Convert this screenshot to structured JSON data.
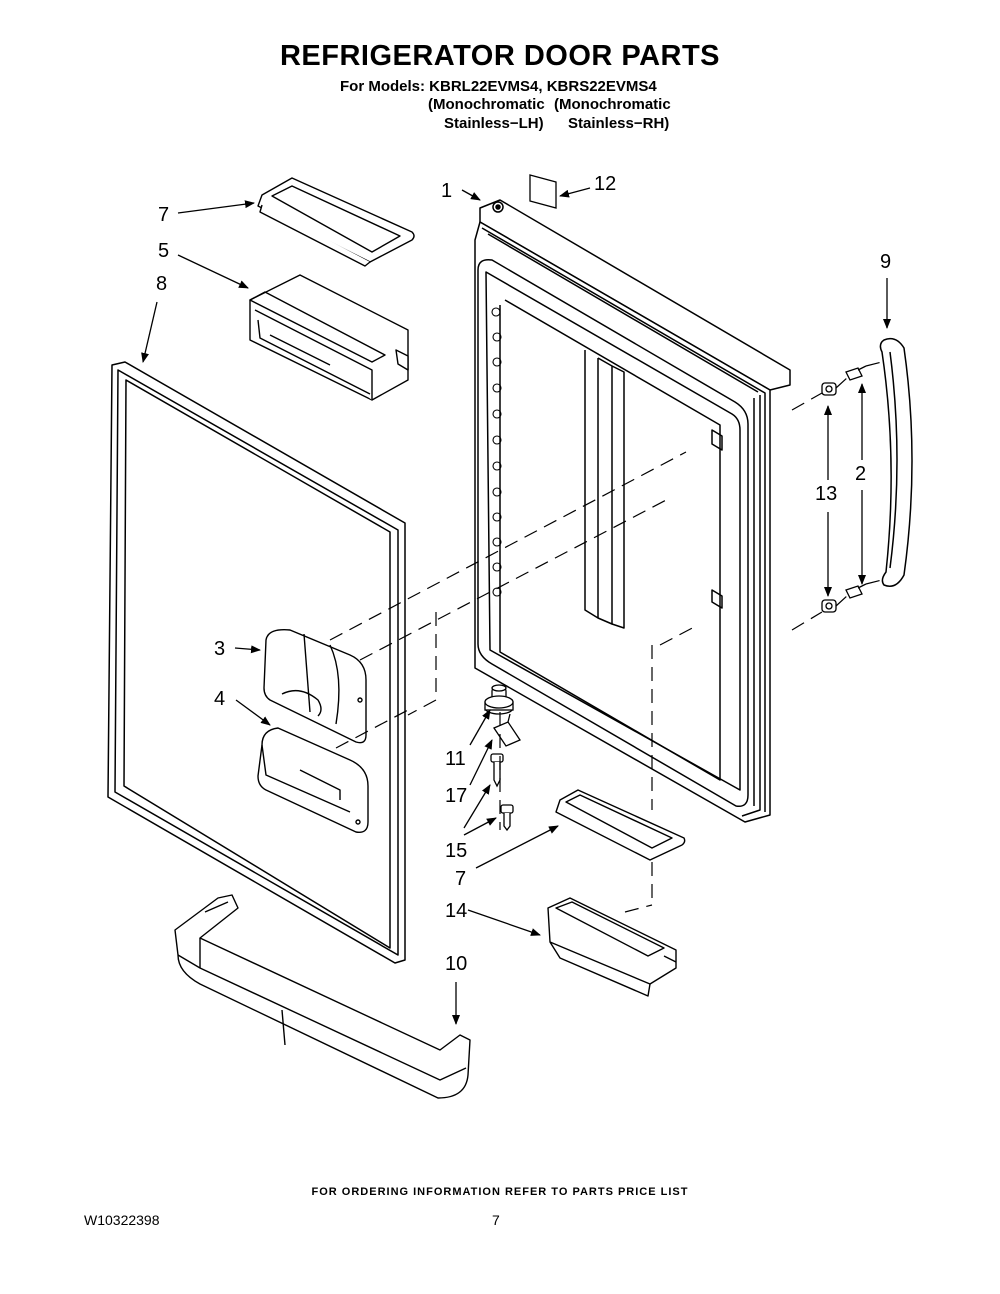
{
  "header": {
    "title": "REFRIGERATOR DOOR PARTS",
    "models_line": "For Models: KBRL22EVMS4, KBRS22EVMS4",
    "variant_left_line1": "(Monochromatic",
    "variant_left_line2": "Stainless−LH)",
    "variant_right_line1": "(Monochromatic",
    "variant_right_line2": "Stainless−RH)"
  },
  "callouts": {
    "c1": "1",
    "c12": "12",
    "c7_top": "7",
    "c5": "5",
    "c8": "8",
    "c9": "9",
    "c2": "2",
    "c13": "13",
    "c3": "3",
    "c4": "4",
    "c11": "11",
    "c17": "17",
    "c15": "15",
    "c7_bottom": "7",
    "c14": "14",
    "c10": "10"
  },
  "footer": {
    "ordering_note": "FOR ORDERING INFORMATION REFER TO PARTS PRICE LIST",
    "document_number": "W10322398",
    "page_number": "7"
  }
}
